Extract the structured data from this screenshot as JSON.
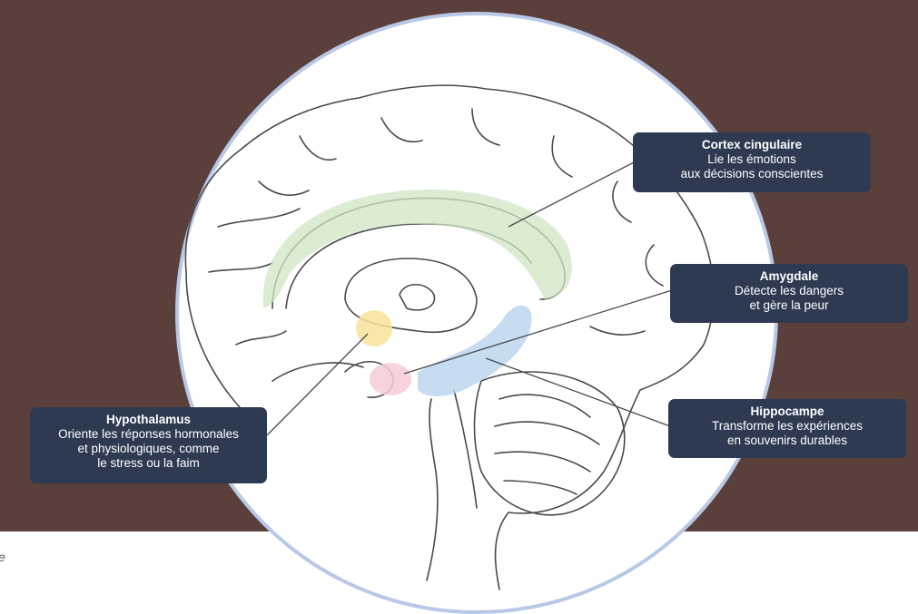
{
  "colors": {
    "background": "#5a3f3b",
    "label_box": "#2e3a52",
    "circle_border": "#b8c8e6",
    "cingulate": "#cfe6c4",
    "hypothalamus": "#f7e39a",
    "amygdala": "#f6cdd6",
    "hippocampus": "#bcd6ee"
  },
  "caption_fragment": "e",
  "labels": {
    "cortex": {
      "title": "Cortex cingulaire",
      "desc": "Lie les émotions\naux décisions conscientes"
    },
    "amygdala": {
      "title": "Amygdale",
      "desc": "Détecte les dangers\net gère la peur"
    },
    "hippocampus": {
      "title": "Hippocampe",
      "desc": "Transforme les expériences\nen souvenirs durables"
    },
    "hypothalamus": {
      "title": "Hypothalamus",
      "desc": "Oriente les réponses hormonales\net physiologiques, comme\nle stress ou la faim"
    }
  }
}
